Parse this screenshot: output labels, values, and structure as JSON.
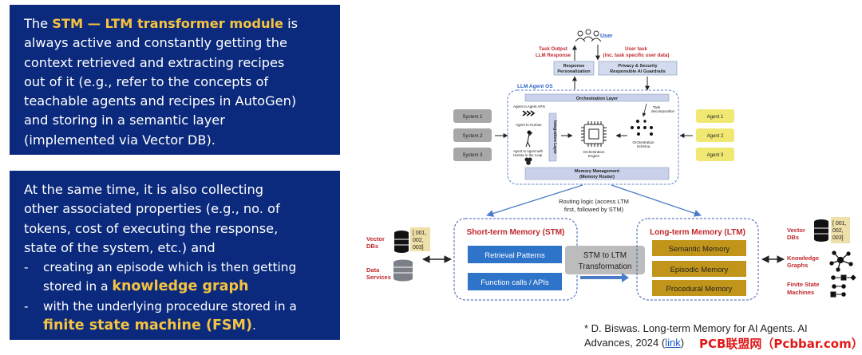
{
  "panel1": {
    "pre": "The ",
    "highlight": "STM — LTM transformer module",
    "post": " is always active and constantly getting the context retrieved and extracting recipes out of it (e.g., refer to the concepts of teachable agents and recipes in AutoGen) and storing in a semantic layer (implemented via Vector DB)."
  },
  "panel2": {
    "intro": "At the same time, it is also collecting other associated properties (e.g., no. of tokens, cost of executing the response, state of the system, etc.) and",
    "bullet1_pre": "creating an episode which is then getting stored in a ",
    "bullet1_hl": "knowledge graph",
    "bullet2_pre": "with the underlying procedure stored in a ",
    "bullet2_hl": "finite state machine (FSM)",
    "bullet2_post": "."
  },
  "diagram": {
    "user": "User",
    "task_output": [
      "Task Output",
      "LLM Response"
    ],
    "user_task": [
      "User task",
      "(inc. task specific user data)"
    ],
    "response_personalization": [
      "Response",
      "Personalization"
    ],
    "privacy": [
      "Privacy & Security",
      "Responsible AI Guardrails"
    ],
    "llm_agent_os": "LLM Agent OS",
    "orchestration_layer": "Orchestration Layer",
    "agent_to_agent": "Agent to Agent APIs",
    "agent_to_human": "Agent to Human",
    "agent_human_loop": [
      "Agent to Agent with",
      "Human in the Loop"
    ],
    "integration_layer": "Integration Layer",
    "orchestration_engine": [
      "Orchestration",
      "Engine"
    ],
    "task_decomposition": [
      "Task",
      "decomposition"
    ],
    "orchestration_schema": [
      "Orchestration",
      "Schema"
    ],
    "memory_management": [
      "Memory Management",
      "(Memory Router)"
    ],
    "systems": [
      "System 1",
      "System 2",
      "System 3"
    ],
    "agents": [
      "Agent 1",
      "Agent 2",
      "Agent 3"
    ],
    "routing_logic": [
      "Routing logic (access LTM",
      "first, followed by STM)"
    ],
    "stm_title": "Short-term Memory (STM)",
    "stm_items": [
      "Retrieval Patterns",
      "Function calls / APIs"
    ],
    "transform": [
      "STM to LTM",
      "Transformation"
    ],
    "ltm_title": "Long-term Memory (LTM)",
    "ltm_items": [
      "Semantic Memory",
      "Episodic Memory",
      "Procedural Memory"
    ],
    "vector_dbs_left": [
      "Vector",
      "DBs"
    ],
    "vector_dbs_right": [
      "Vector",
      "DBs"
    ],
    "db_doc": [
      "[ 001,",
      "002,",
      "003]"
    ],
    "data_services": [
      "Data",
      "Services"
    ],
    "knowledge_graphs": [
      "Knowledge",
      "Graphs"
    ],
    "fsm": [
      "Finite State",
      "Machines"
    ]
  },
  "footnote": {
    "pre": "* D. Biswas. Long-term Memory for AI Agents. AI",
    "line2": "Advances, 2024 (",
    "link": "link",
    "post": ")"
  },
  "watermark": "PCB联盟网（Pcbbar.com）"
}
